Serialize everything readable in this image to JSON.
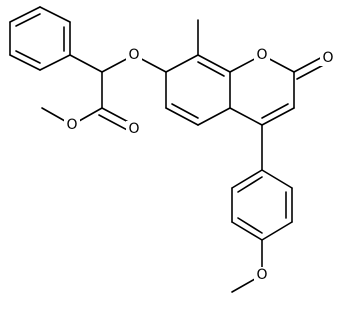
{
  "atom_labels": {
    "ether_oxygen_left": "O",
    "ester_oxygen_single": "O",
    "ester_oxygen_double": "O",
    "ring_oxygen": "O",
    "lactone_carbonyl_oxygen": "O",
    "methoxy_oxygen": "O"
  },
  "colors": {
    "bond": "#000000",
    "background": "#ffffff"
  }
}
